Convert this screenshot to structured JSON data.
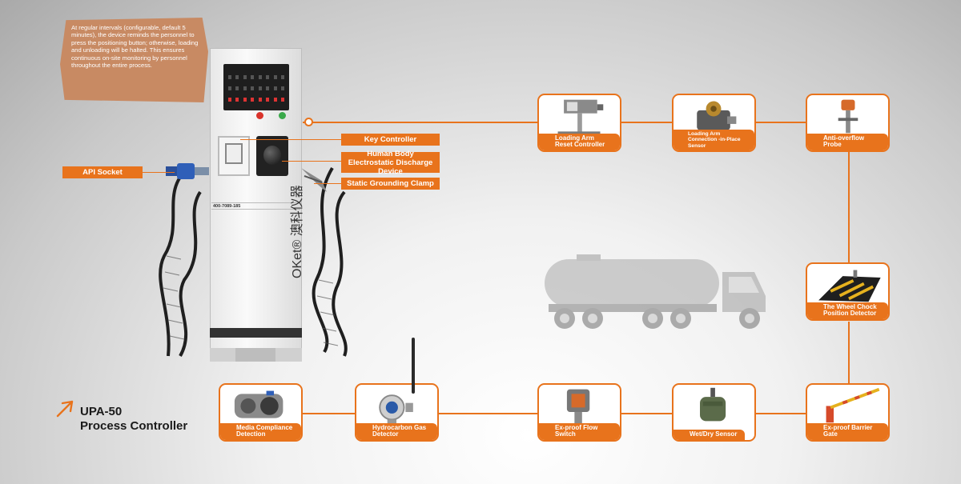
{
  "note": {
    "text": "At regular intervals (configurable, default 5 minutes), the device reminds the personnel to press the positioning button; otherwise, loading and unloading will be halted. This ensures continuous on-site monitoring by personnel throughout the entire process."
  },
  "labels": {
    "key_controller": "Key Controller",
    "discharge_device": "Human Body Electrostatic Discharge Device",
    "grounding_clamp": "Static Grounding Clamp",
    "api_socket": "API Socket"
  },
  "cabinet": {
    "phone": "400-7089-185",
    "brand": "OKet® 澳科仪器"
  },
  "product": {
    "model": "UPA-50",
    "name": "Process Controller"
  },
  "top_cards": [
    {
      "caption": "Loading Arm Reset Controller",
      "icon": "loading-arm-reset-icon"
    },
    {
      "caption": "Loading Arm Connection -in-Place Sensor",
      "icon": "connection-sensor-icon"
    },
    {
      "caption": "Anti-overflow Probe",
      "icon": "anti-overflow-probe-icon"
    }
  ],
  "right_card": {
    "caption": "The Wheel Chock Position Detector",
    "icon": "wheel-chock-icon"
  },
  "bottom_cards": [
    {
      "caption": "Media Compliance Detection",
      "icon": "coupler-icon"
    },
    {
      "caption": "Hydrocarbon Gas Detector",
      "icon": "gas-detector-icon"
    },
    {
      "caption": "Ex-proof Flow Switch",
      "icon": "flow-switch-icon"
    },
    {
      "caption": "Wet/Dry Sensor",
      "icon": "wet-dry-sensor-icon"
    },
    {
      "caption": "Ex-proof Barrier Gate",
      "icon": "barrier-gate-icon"
    }
  ],
  "colors": {
    "accent": "#e8731c",
    "note_bg": "#c88a63"
  }
}
